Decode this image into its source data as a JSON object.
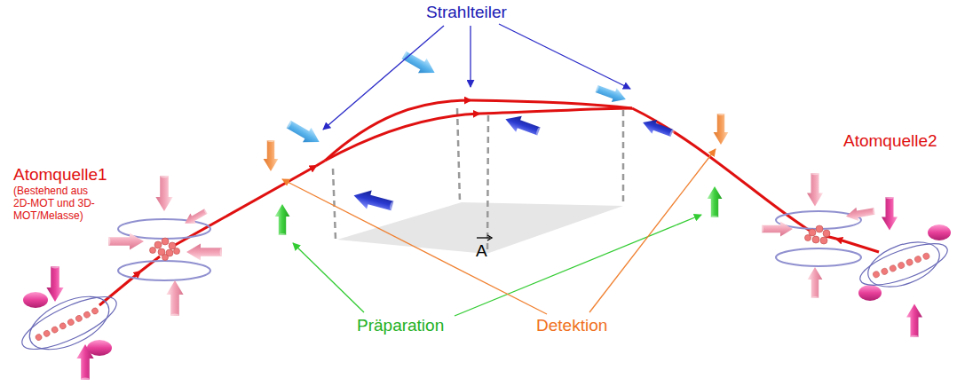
{
  "diagram": {
    "labels": [
      "Strahlteiler",
      "Atomquelle1",
      "(Bestehend aus 2D-MOT und 3D-MOT/Melasse)",
      "Atomquelle2",
      "Präparation",
      "Detektion",
      "A"
    ]
  }
}
